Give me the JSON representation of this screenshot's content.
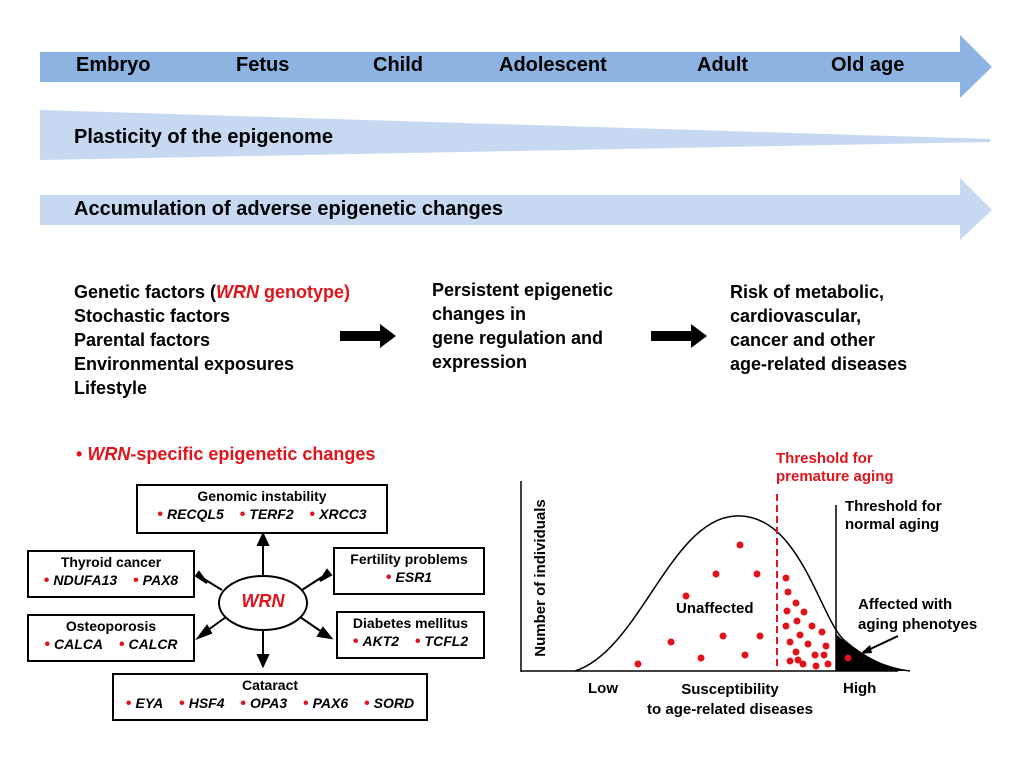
{
  "timeline": {
    "stages": [
      "Embryo",
      "Fetus",
      "Child",
      "Adolescent",
      "Adult",
      "Old age"
    ]
  },
  "bands": {
    "plasticity": "Plasticity of the epigenome",
    "accumulation": "Accumulation of adverse epigenetic changes"
  },
  "flow": {
    "causes_prefix": "Genetic factors (",
    "causes_wrn": "WRN",
    "causes_suffix": " genotype)",
    "causes": [
      "Stochastic factors",
      "Parental factors",
      "Environmental exposures",
      "Lifestyle"
    ],
    "middle": [
      "Persistent epigenetic",
      "changes in",
      "gene regulation and",
      "expression"
    ],
    "outcome": [
      "Risk of metabolic,",
      "cardiovascular,",
      "cancer and other",
      "age-related diseases"
    ]
  },
  "legend": {
    "bullet": "•",
    "wrn": "WRN",
    "text": "-specific epigenetic changes"
  },
  "wrn_network": {
    "center": "WRN",
    "boxes": {
      "genomic": {
        "title": "Genomic instability",
        "genes": [
          "RECQL5",
          "TERF2",
          "XRCC3"
        ]
      },
      "thyroid": {
        "title": "Thyroid cancer",
        "genes": [
          "NDUFA13",
          "PAX8"
        ]
      },
      "fertility": {
        "title": "Fertility problems",
        "genes": [
          "ESR1"
        ]
      },
      "osteoporosis": {
        "title": "Osteoporosis",
        "genes": [
          "CALCA",
          "CALCR"
        ]
      },
      "diabetes": {
        "title": "Diabetes mellitus",
        "genes": [
          "AKT2",
          "TCFL2"
        ]
      },
      "cataract": {
        "title": "Cataract",
        "genes": [
          "EYA",
          "HSF4",
          "OPA3",
          "PAX6",
          "SORD"
        ]
      }
    }
  },
  "distribution": {
    "ylabel": "Number of individuals",
    "xlabel_line1": "Susceptibility",
    "xlabel_line2": "to age-related diseases",
    "low": "Low",
    "high": "High",
    "unaffected": "Unaffected",
    "premature_line1": "Threshold for",
    "premature_line2": "premature aging",
    "normal_line1": "Threshold for",
    "normal_line2": "normal aging",
    "affected_line1": "Affected with",
    "affected_line2": "aging phenotyes",
    "colors": {
      "red": "#e0141b",
      "arrow": "#8db3e2",
      "band": "#c6d9f1"
    }
  }
}
